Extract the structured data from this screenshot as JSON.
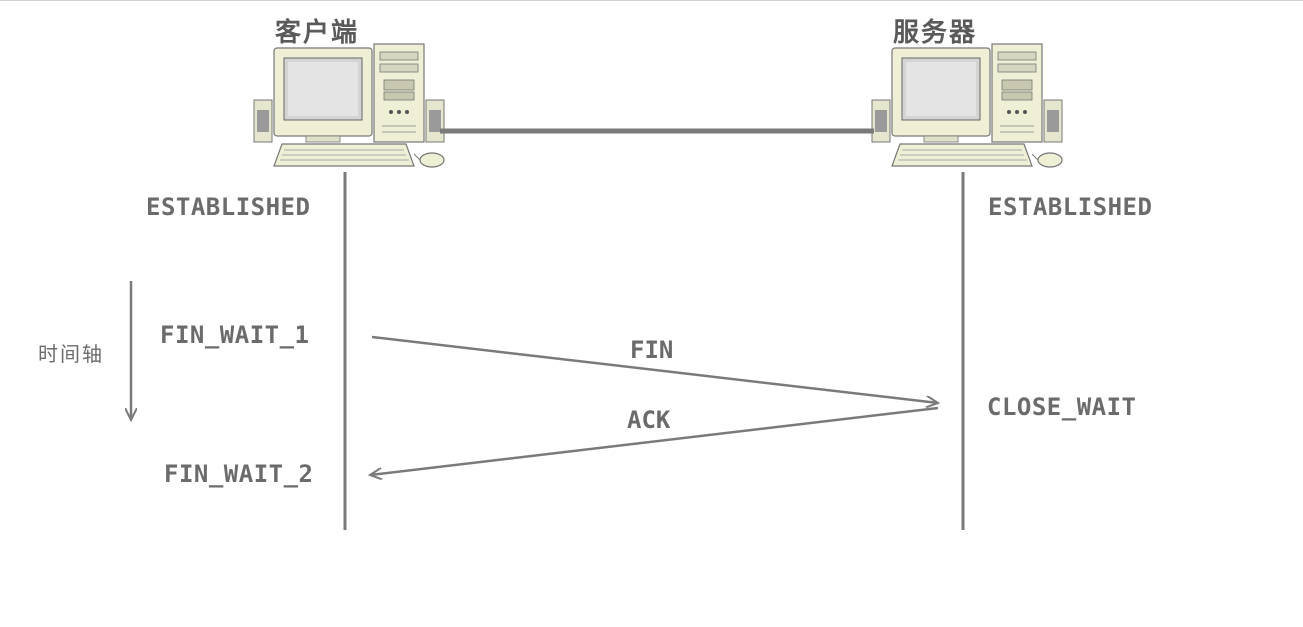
{
  "client": {
    "title": "客户端",
    "states": [
      "ESTABLISHED",
      "FIN_WAIT_1",
      "FIN_WAIT_2"
    ]
  },
  "server": {
    "title": "服务器",
    "states": [
      "ESTABLISHED",
      "CLOSE_WAIT"
    ]
  },
  "messages": [
    {
      "label": "FIN",
      "from": "client",
      "to": "server"
    },
    {
      "label": "ACK",
      "from": "server",
      "to": "client"
    }
  ],
  "timeline": {
    "label": "时间轴"
  },
  "colors": {
    "line": "#7a7a7a",
    "text": "#6b6b6b",
    "computer_body": "#efefd6",
    "screen": "#d8d8d8"
  },
  "icons": [
    "computer-icon",
    "computer-icon"
  ]
}
